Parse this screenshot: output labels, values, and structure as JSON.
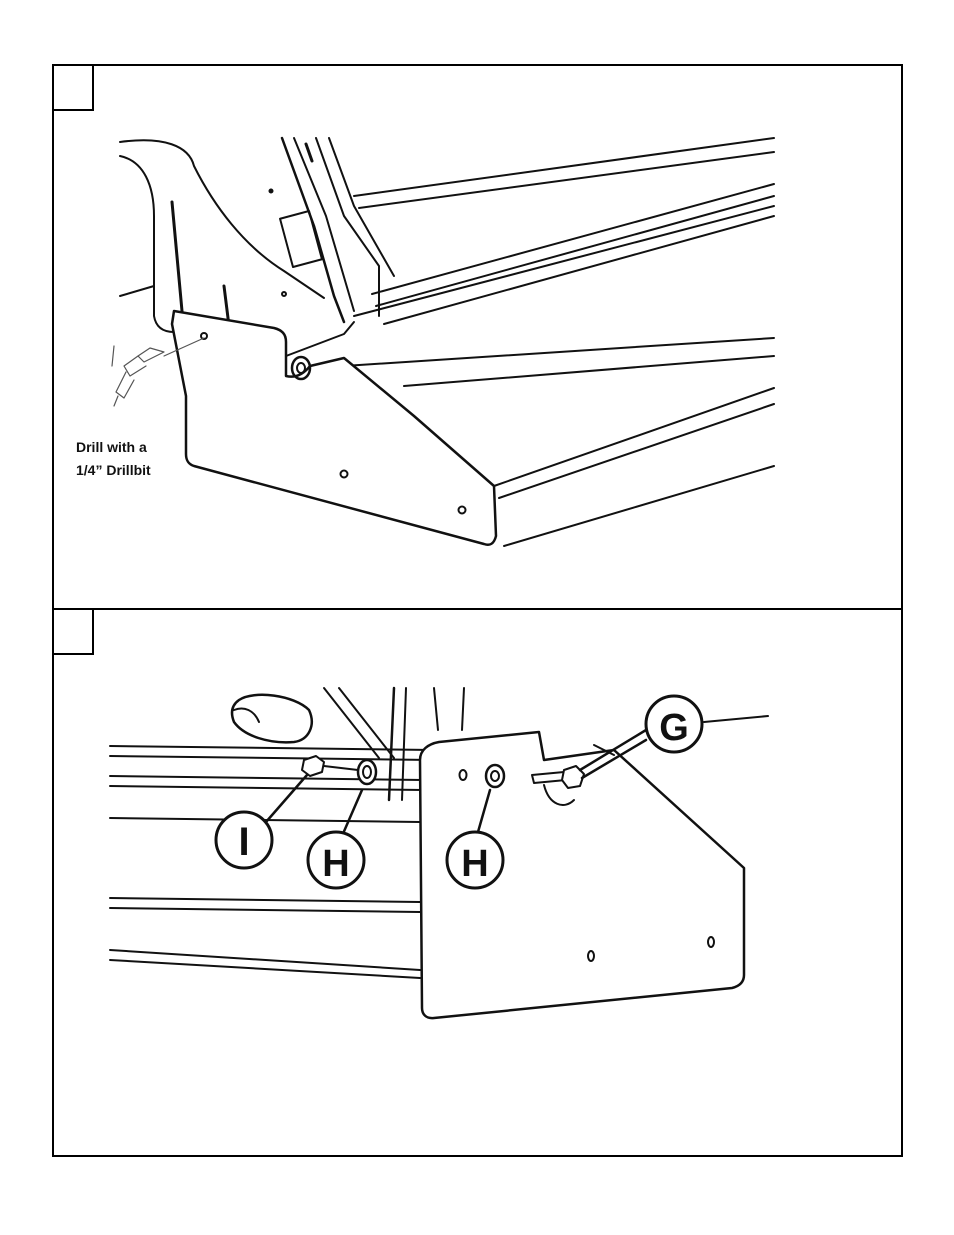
{
  "panels": [
    {
      "step_label": "",
      "note_line1": "Drill with a",
      "note_line2": "1/4” Drillbit"
    },
    {
      "step_label": "",
      "callouts": [
        "I",
        "H",
        "H",
        "G"
      ]
    }
  ]
}
